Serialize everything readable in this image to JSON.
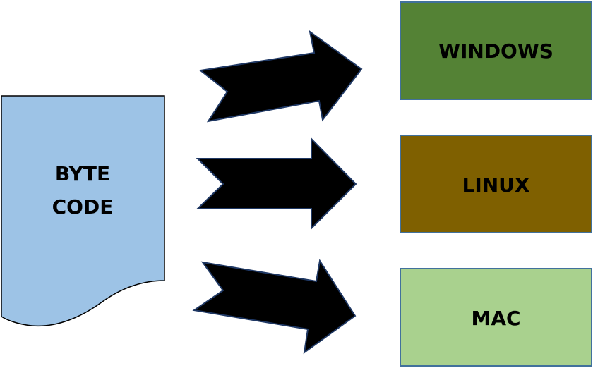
{
  "document": {
    "label_line1": "BYTE",
    "label_line2": "CODE",
    "fill": "#9dc3e6",
    "stroke": "#000000"
  },
  "arrows": {
    "fill": "#000000",
    "stroke": "#1f3864",
    "count": 3
  },
  "platforms": [
    {
      "label": "WINDOWS",
      "fill": "#548235",
      "stroke": "#41719c"
    },
    {
      "label": "LINUX",
      "fill": "#7f6000",
      "stroke": "#41719c"
    },
    {
      "label": "MAC",
      "fill": "#a9d18e",
      "stroke": "#41719c"
    }
  ]
}
